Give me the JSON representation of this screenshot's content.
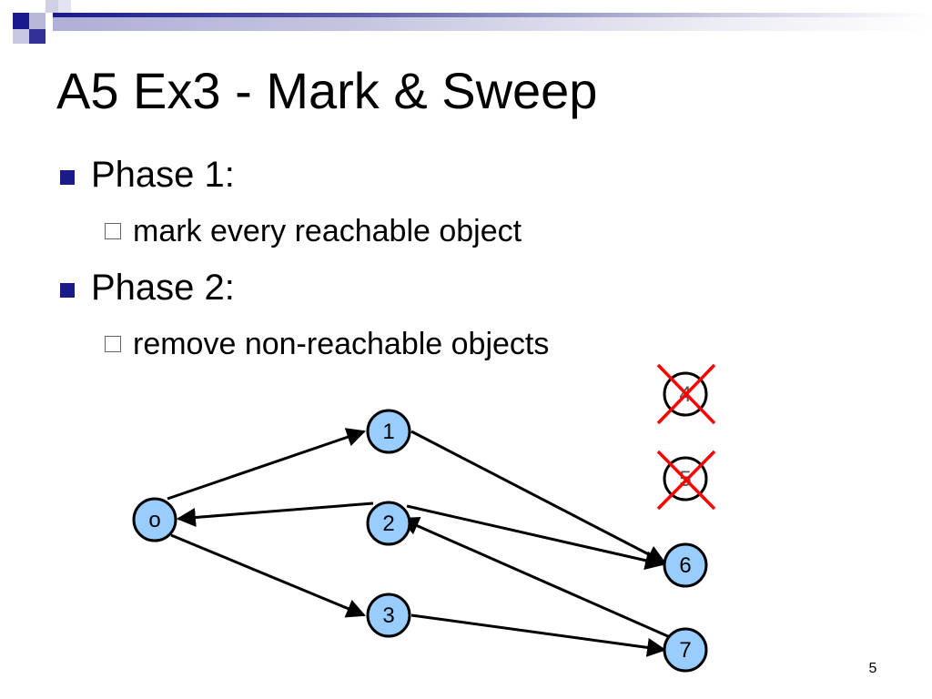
{
  "slide": {
    "title": "A5 Ex3 - Mark & Sweep",
    "page_number": "5"
  },
  "bullets": [
    {
      "label": "Phase 1:",
      "sub": "mark every reachable object"
    },
    {
      "label": "Phase 2:",
      "sub": "remove non-reachable objects"
    }
  ],
  "diagram": {
    "nodes": {
      "o": "o",
      "n1": "1",
      "n2": "2",
      "n3": "3",
      "n4": "4",
      "n5": "5",
      "n6": "6",
      "n7": "7"
    },
    "removed_nodes": [
      "4",
      "5"
    ],
    "edges": [
      {
        "from": "o",
        "to": "1"
      },
      {
        "from": "o",
        "to": "3"
      },
      {
        "from": "2",
        "to": "o"
      },
      {
        "from": "2",
        "to": "6"
      },
      {
        "from": "1",
        "to": "6"
      },
      {
        "from": "3",
        "to": "7"
      },
      {
        "from": "7",
        "to": "2"
      }
    ],
    "colors": {
      "node_fill": "#99ccff",
      "node_stroke": "#000000",
      "cross": "#ff0000",
      "accent": "#1a1a8c"
    }
  }
}
